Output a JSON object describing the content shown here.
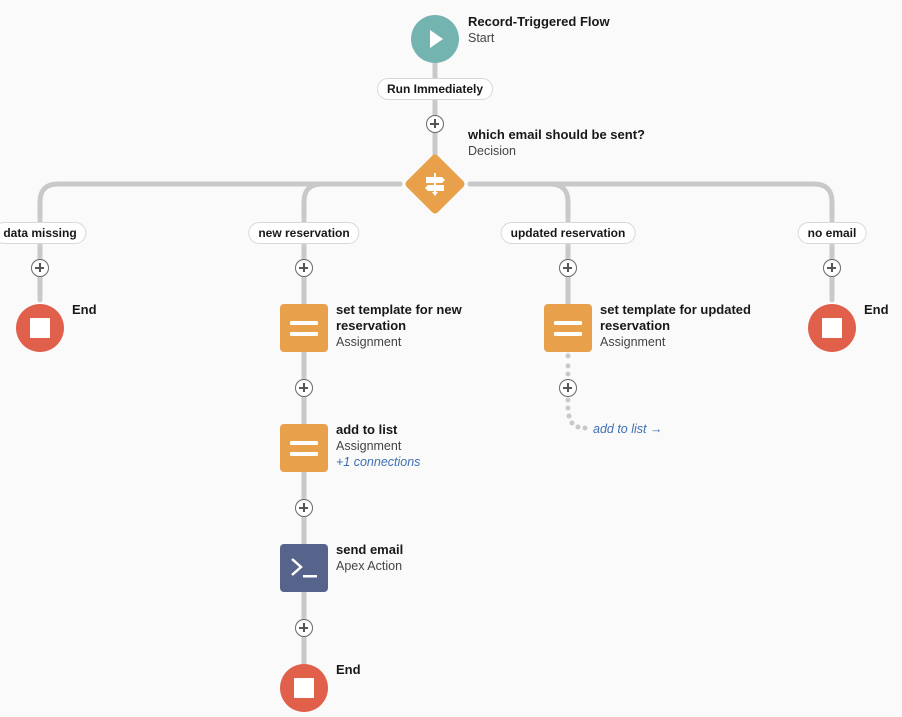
{
  "start": {
    "title": "Record-Triggered Flow",
    "type": "Start",
    "icon": "play-icon"
  },
  "run_path": {
    "label": "Run Immediately"
  },
  "decision": {
    "title": "which email should be sent?",
    "type": "Decision",
    "icon": "decision-signpost-icon"
  },
  "branches": {
    "data_missing": {
      "label": "data missing",
      "end_label": "End"
    },
    "new_reservation": {
      "label": "new reservation"
    },
    "updated_reservation": {
      "label": "updated reservation"
    },
    "no_email": {
      "label": "no email",
      "end_label": "End"
    }
  },
  "new_reservation_steps": {
    "set_template": {
      "title": "set template for new reservation",
      "type": "Assignment"
    },
    "add_to_list": {
      "title": "add to list",
      "type": "Assignment",
      "connections": "+1 connections"
    },
    "send_email": {
      "title": "send email",
      "type": "Apex Action",
      "icon": "apex-terminal-icon"
    },
    "end_label": "End"
  },
  "updated_reservation_steps": {
    "set_template": {
      "title": "set template for updated reservation",
      "type": "Assignment"
    },
    "goto_link": "add to list →"
  },
  "colors": {
    "start": "#74b4b0",
    "end": "#e0604b",
    "assignment": "#e8a04a",
    "decision": "#e8a04a",
    "apex": "#56638a",
    "connector": "#c9c9c9",
    "link": "#3f6fb4"
  }
}
